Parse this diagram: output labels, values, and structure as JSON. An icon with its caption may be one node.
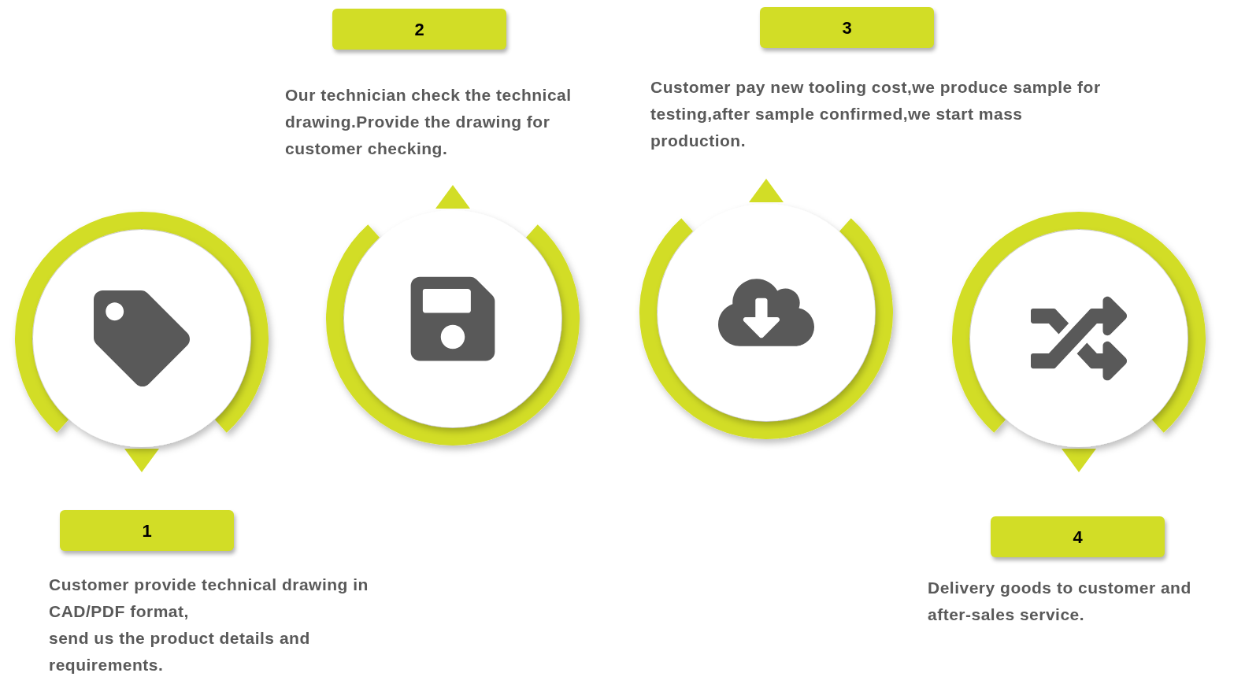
{
  "diagram": {
    "nodes": [
      {
        "text": [
          "1"
        ],
        "beside": [
          "Customer provide technical drawing in CAD/PDF format,",
          "send us the product details and requirements."
        ]
      },
      {
        "text": [
          "2"
        ],
        "beside": [
          "Our technician check the technical drawing.Provide the drawing for customer checking."
        ]
      },
      {
        "text": [
          "3"
        ],
        "beside": [
          "Customer pay new tooling cost,we produce sample for testing,after sample confirmed,we start mass production."
        ]
      },
      {
        "text": [
          "4"
        ],
        "beside": [
          "Delivery goods to customer and after-sales service."
        ]
      },
      {
        "text": [],
        "shape": "circle"
      },
      {
        "text": [],
        "shape": "circle"
      },
      {
        "text": [],
        "shape": "circle"
      },
      {
        "text": [],
        "shape": "circle"
      }
    ]
  }
}
